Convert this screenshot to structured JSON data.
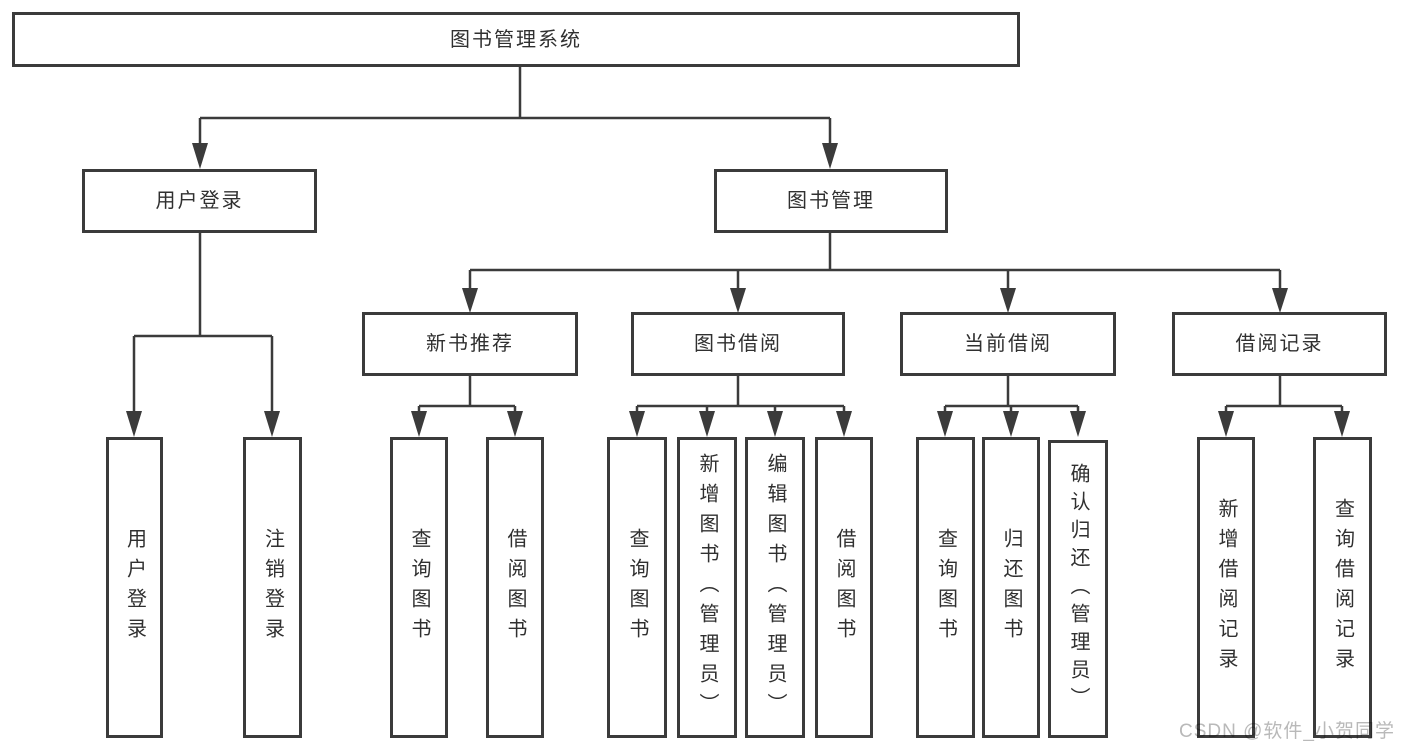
{
  "diagram": {
    "root": {
      "label": "图书管理系统"
    },
    "level2": [
      {
        "label": "用户登录"
      },
      {
        "label": "图书管理"
      }
    ],
    "level3": [
      {
        "label": "新书推荐"
      },
      {
        "label": "图书借阅"
      },
      {
        "label": "当前借阅"
      },
      {
        "label": "借阅记录"
      }
    ],
    "leaves": [
      {
        "label": "用户登录"
      },
      {
        "label": "注销登录"
      },
      {
        "label": "查询图书"
      },
      {
        "label": "借阅图书"
      },
      {
        "label": "查询图书"
      },
      {
        "label": "新增图书（管理员）"
      },
      {
        "label": "编辑图书（管理员）"
      },
      {
        "label": "借阅图书"
      },
      {
        "label": "查询图书"
      },
      {
        "label": "归还图书"
      },
      {
        "label": "确认归还（管理员）"
      },
      {
        "label": "新增借阅记录"
      },
      {
        "label": "查询借阅记录"
      }
    ]
  },
  "watermark": {
    "text": "CSDN @软件_小贺同学"
  },
  "colors": {
    "line": "#3b3b3b",
    "border": "#3b3b3b",
    "text": "#303030",
    "background": "#ffffff",
    "watermark": "#b9b9b9"
  }
}
